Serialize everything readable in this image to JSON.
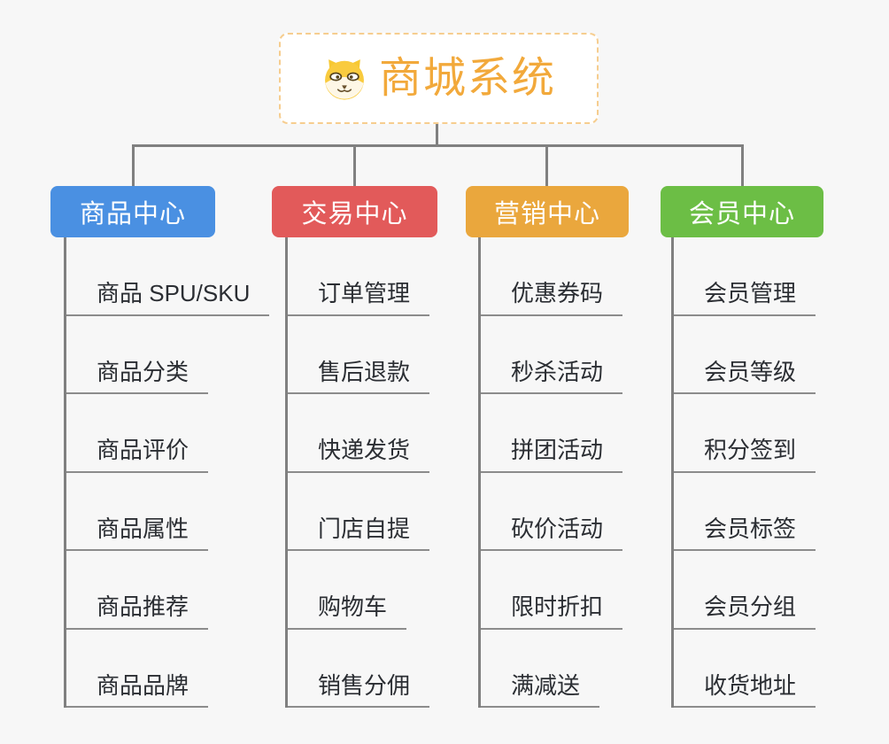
{
  "root": {
    "title": "商城系统",
    "icon": "doge-icon"
  },
  "branches": [
    {
      "label": "商品中心",
      "color": "#4A90E2",
      "items": [
        "商品 SPU/SKU",
        "商品分类",
        "商品评价",
        "商品属性",
        "商品推荐",
        "商品品牌"
      ]
    },
    {
      "label": "交易中心",
      "color": "#E25A5A",
      "items": [
        "订单管理",
        "售后退款",
        "快递发货",
        "门店自提",
        "购物车",
        "销售分佣"
      ]
    },
    {
      "label": "营销中心",
      "color": "#EAA73D",
      "items": [
        "优惠券码",
        "秒杀活动",
        "拼团活动",
        "砍价活动",
        "限时折扣",
        "满减送"
      ]
    },
    {
      "label": "会员中心",
      "color": "#6CBE45",
      "items": [
        "会员管理",
        "会员等级",
        "积分签到",
        "会员标签",
        "会员分组",
        "收货地址"
      ]
    }
  ],
  "colors": {
    "background": "#F7F7F7",
    "connector": "#808080",
    "leaf_underline": "#8C8C8C",
    "leaf_text": "#2B2E33",
    "root_text": "#F2A93B",
    "root_border": "#F6CD8F",
    "doge_yellow": "#F9CB3E"
  }
}
